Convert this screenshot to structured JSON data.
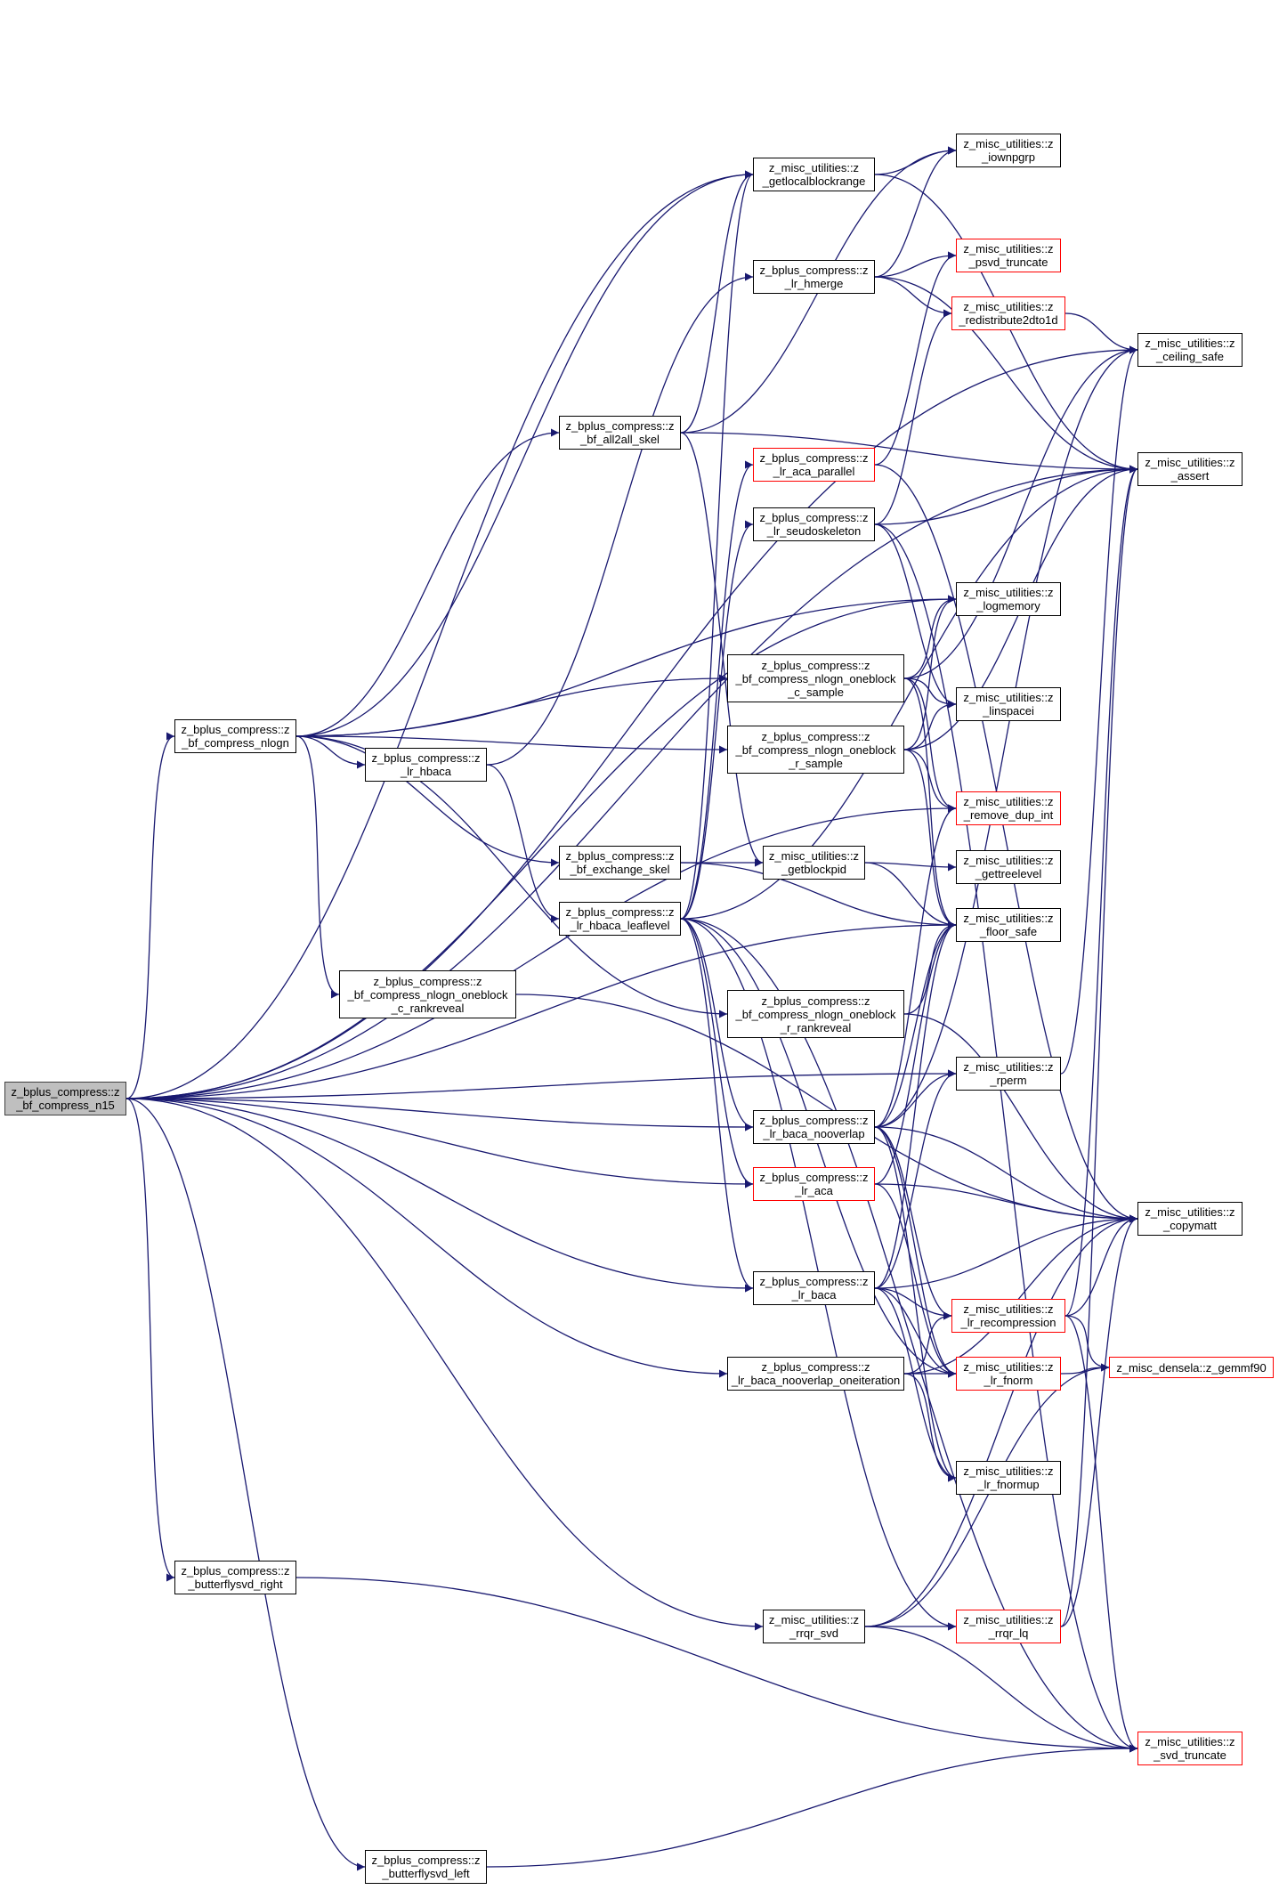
{
  "colors": {
    "edge": "#191970",
    "node_border": "#000000",
    "node_border_incomplete": "#ff0000",
    "root_fill": "#bfbfbf",
    "background": "#ffffff"
  },
  "nodes": {
    "root": {
      "label": "z_bplus_compress::z\n_bf_compress_n15",
      "border": "root"
    },
    "nlogn": {
      "label": "z_bplus_compress::z\n_bf_compress_nlogn",
      "border": "normal"
    },
    "butterflysvd_right": {
      "label": "z_bplus_compress::z\n_butterflysvd_right",
      "border": "normal"
    },
    "butterflysvd_left": {
      "label": "z_bplus_compress::z\n_butterflysvd_left",
      "border": "normal"
    },
    "all2all_skel": {
      "label": "z_bplus_compress::z\n_bf_all2all_skel",
      "border": "normal"
    },
    "lr_hbaca": {
      "label": "z_bplus_compress::z\n_lr_hbaca",
      "border": "normal"
    },
    "exchange_skel": {
      "label": "z_bplus_compress::z\n_bf_exchange_skel",
      "border": "normal"
    },
    "hbaca_leaflevel": {
      "label": "z_bplus_compress::z\n_lr_hbaca_leaflevel",
      "border": "normal"
    },
    "oneblock_c_rankreveal": {
      "label": "z_bplus_compress::z\n_bf_compress_nlogn_oneblock\n_c_rankreveal",
      "border": "normal"
    },
    "getlocalblockrange": {
      "label": "z_misc_utilities::z\n_getlocalblockrange",
      "border": "normal"
    },
    "lr_hmerge": {
      "label": "z_bplus_compress::z\n_lr_hmerge",
      "border": "normal"
    },
    "lr_aca_parallel": {
      "label": "z_bplus_compress::z\n_lr_aca_parallel",
      "border": "red"
    },
    "lr_seudoskeleton": {
      "label": "z_bplus_compress::z\n_lr_seudoskeleton",
      "border": "normal"
    },
    "oneblock_c_sample": {
      "label": "z_bplus_compress::z\n_bf_compress_nlogn_oneblock\n_c_sample",
      "border": "normal"
    },
    "oneblock_r_sample": {
      "label": "z_bplus_compress::z\n_bf_compress_nlogn_oneblock\n_r_sample",
      "border": "normal"
    },
    "getblockpid": {
      "label": "z_misc_utilities::z\n_getblockpid",
      "border": "normal"
    },
    "oneblock_r_rankreveal": {
      "label": "z_bplus_compress::z\n_bf_compress_nlogn_oneblock\n_r_rankreveal",
      "border": "normal"
    },
    "lr_baca_nooverlap": {
      "label": "z_bplus_compress::z\n_lr_baca_nooverlap",
      "border": "normal"
    },
    "lr_aca": {
      "label": "z_bplus_compress::z\n_lr_aca",
      "border": "red"
    },
    "lr_baca": {
      "label": "z_bplus_compress::z\n_lr_baca",
      "border": "normal"
    },
    "baca_nooverlap_oneiteration": {
      "label": "z_bplus_compress::z\n_lr_baca_nooverlap_oneiteration",
      "border": "normal"
    },
    "rrqr_svd": {
      "label": "z_misc_utilities::z\n_rrqr_svd",
      "border": "normal"
    },
    "iownpgrp": {
      "label": "z_misc_utilities::z\n_iownpgrp",
      "border": "normal"
    },
    "psvd_truncate": {
      "label": "z_misc_utilities::z\n_psvd_truncate",
      "border": "red"
    },
    "redistribute2dto1d": {
      "label": "z_misc_utilities::z\n_redistribute2dto1d",
      "border": "red"
    },
    "logmemory": {
      "label": "z_misc_utilities::z\n_logmemory",
      "border": "normal"
    },
    "linspacei": {
      "label": "z_misc_utilities::z\n_linspacei",
      "border": "normal"
    },
    "remove_dup_int": {
      "label": "z_misc_utilities::z\n_remove_dup_int",
      "border": "red"
    },
    "gettreelevel": {
      "label": "z_misc_utilities::z\n_gettreelevel",
      "border": "normal"
    },
    "floor_safe": {
      "label": "z_misc_utilities::z\n_floor_safe",
      "border": "normal"
    },
    "rperm": {
      "label": "z_misc_utilities::z\n_rperm",
      "border": "normal"
    },
    "lr_recompression": {
      "label": "z_misc_utilities::z\n_lr_recompression",
      "border": "red"
    },
    "lr_fnorm": {
      "label": "z_misc_utilities::z\n_lr_fnorm",
      "border": "red"
    },
    "lr_fnormup": {
      "label": "z_misc_utilities::z\n_lr_fnormup",
      "border": "normal"
    },
    "rrqr_lq": {
      "label": "z_misc_utilities::z\n_rrqr_lq",
      "border": "red"
    },
    "ceiling_safe": {
      "label": "z_misc_utilities::z\n_ceiling_safe",
      "border": "normal"
    },
    "assert": {
      "label": "z_misc_utilities::z\n_assert",
      "border": "normal"
    },
    "copymatt": {
      "label": "z_misc_utilities::z\n_copymatt",
      "border": "normal"
    },
    "gemmf90": {
      "label": "z_misc_densela::z_gemmf90",
      "border": "red"
    },
    "svd_truncate": {
      "label": "z_misc_utilities::z\n_svd_truncate",
      "border": "red"
    }
  },
  "edges": [
    [
      "root",
      "nlogn"
    ],
    [
      "root",
      "butterflysvd_right"
    ],
    [
      "root",
      "butterflysvd_left"
    ],
    [
      "root",
      "getlocalblockrange"
    ],
    [
      "root",
      "ceiling_safe"
    ],
    [
      "root",
      "assert"
    ],
    [
      "root",
      "logmemory"
    ],
    [
      "root",
      "remove_dup_int"
    ],
    [
      "root",
      "floor_safe"
    ],
    [
      "root",
      "rperm"
    ],
    [
      "root",
      "lr_baca_nooverlap"
    ],
    [
      "root",
      "lr_aca"
    ],
    [
      "root",
      "lr_baca"
    ],
    [
      "root",
      "baca_nooverlap_oneiteration"
    ],
    [
      "root",
      "rrqr_svd"
    ],
    [
      "nlogn",
      "all2all_skel"
    ],
    [
      "nlogn",
      "lr_hbaca"
    ],
    [
      "nlogn",
      "exchange_skel"
    ],
    [
      "nlogn",
      "oneblock_c_rankreveal"
    ],
    [
      "nlogn",
      "oneblock_c_sample"
    ],
    [
      "nlogn",
      "oneblock_r_sample"
    ],
    [
      "nlogn",
      "oneblock_r_rankreveal"
    ],
    [
      "nlogn",
      "logmemory"
    ],
    [
      "nlogn",
      "getlocalblockrange"
    ],
    [
      "butterflysvd_right",
      "svd_truncate"
    ],
    [
      "butterflysvd_left",
      "svd_truncate"
    ],
    [
      "all2all_skel",
      "getlocalblockrange"
    ],
    [
      "all2all_skel",
      "iownpgrp"
    ],
    [
      "all2all_skel",
      "assert"
    ],
    [
      "all2all_skel",
      "getblockpid"
    ],
    [
      "lr_hbaca",
      "lr_hmerge"
    ],
    [
      "lr_hbaca",
      "hbaca_leaflevel"
    ],
    [
      "exchange_skel",
      "getblockpid"
    ],
    [
      "exchange_skel",
      "floor_safe"
    ],
    [
      "hbaca_leaflevel",
      "getlocalblockrange"
    ],
    [
      "hbaca_leaflevel",
      "lr_aca_parallel"
    ],
    [
      "hbaca_leaflevel",
      "lr_seudoskeleton"
    ],
    [
      "hbaca_leaflevel",
      "assert"
    ],
    [
      "hbaca_leaflevel",
      "lr_baca_nooverlap"
    ],
    [
      "hbaca_leaflevel",
      "lr_aca"
    ],
    [
      "hbaca_leaflevel",
      "lr_baca"
    ],
    [
      "hbaca_leaflevel",
      "rrqr_lq"
    ],
    [
      "hbaca_leaflevel",
      "svd_truncate"
    ],
    [
      "hbaca_leaflevel",
      "lr_fnorm"
    ],
    [
      "oneblock_c_rankreveal",
      "copymatt"
    ],
    [
      "getlocalblockrange",
      "iownpgrp"
    ],
    [
      "getlocalblockrange",
      "assert"
    ],
    [
      "lr_hmerge",
      "iownpgrp"
    ],
    [
      "lr_hmerge",
      "psvd_truncate"
    ],
    [
      "lr_hmerge",
      "redistribute2dto1d"
    ],
    [
      "lr_hmerge",
      "assert"
    ],
    [
      "redistribute2dto1d",
      "ceiling_safe"
    ],
    [
      "lr_aca_parallel",
      "psvd_truncate"
    ],
    [
      "lr_aca_parallel",
      "copymatt"
    ],
    [
      "lr_seudoskeleton",
      "assert"
    ],
    [
      "lr_seudoskeleton",
      "redistribute2dto1d"
    ],
    [
      "lr_seudoskeleton",
      "linspacei"
    ],
    [
      "lr_seudoskeleton",
      "svd_truncate"
    ],
    [
      "oneblock_c_sample",
      "logmemory"
    ],
    [
      "oneblock_c_sample",
      "ceiling_safe"
    ],
    [
      "oneblock_c_sample",
      "linspacei"
    ],
    [
      "oneblock_c_sample",
      "remove_dup_int"
    ],
    [
      "oneblock_c_sample",
      "floor_safe"
    ],
    [
      "oneblock_r_sample",
      "logmemory"
    ],
    [
      "oneblock_r_sample",
      "linspacei"
    ],
    [
      "oneblock_r_sample",
      "remove_dup_int"
    ],
    [
      "oneblock_r_sample",
      "floor_safe"
    ],
    [
      "oneblock_r_sample",
      "assert"
    ],
    [
      "getblockpid",
      "gettreelevel"
    ],
    [
      "getblockpid",
      "floor_safe"
    ],
    [
      "oneblock_r_rankreveal",
      "floor_safe"
    ],
    [
      "oneblock_r_rankreveal",
      "copymatt"
    ],
    [
      "lr_baca_nooverlap",
      "rperm"
    ],
    [
      "lr_baca_nooverlap",
      "floor_safe"
    ],
    [
      "lr_baca_nooverlap",
      "copymatt"
    ],
    [
      "lr_baca_nooverlap",
      "lr_recompression"
    ],
    [
      "lr_baca_nooverlap",
      "lr_fnorm"
    ],
    [
      "lr_baca_nooverlap",
      "lr_fnormup"
    ],
    [
      "lr_baca_nooverlap",
      "remove_dup_int"
    ],
    [
      "lr_baca_nooverlap",
      "ceiling_safe"
    ],
    [
      "lr_aca",
      "floor_safe"
    ],
    [
      "lr_aca",
      "copymatt"
    ],
    [
      "lr_aca",
      "lr_fnorm"
    ],
    [
      "lr_baca",
      "rperm"
    ],
    [
      "lr_baca",
      "floor_safe"
    ],
    [
      "lr_baca",
      "copymatt"
    ],
    [
      "lr_baca",
      "lr_recompression"
    ],
    [
      "lr_baca",
      "lr_fnorm"
    ],
    [
      "lr_baca",
      "lr_fnormup"
    ],
    [
      "baca_nooverlap_oneiteration",
      "lr_fnorm"
    ],
    [
      "baca_nooverlap_oneiteration",
      "lr_fnormup"
    ],
    [
      "baca_nooverlap_oneiteration",
      "copymatt"
    ],
    [
      "baca_nooverlap_oneiteration",
      "lr_recompression"
    ],
    [
      "rrqr_svd",
      "rrqr_lq"
    ],
    [
      "rrqr_svd",
      "svd_truncate"
    ],
    [
      "rrqr_svd",
      "copymatt"
    ],
    [
      "rrqr_svd",
      "gemmf90"
    ],
    [
      "rrqr_lq",
      "assert"
    ],
    [
      "rrqr_lq",
      "copymatt"
    ],
    [
      "lr_recompression",
      "gemmf90"
    ],
    [
      "lr_recompression",
      "copymatt"
    ],
    [
      "lr_recompression",
      "svd_truncate"
    ],
    [
      "lr_recompression",
      "assert"
    ],
    [
      "lr_fnorm",
      "gemmf90"
    ],
    [
      "rperm",
      "ceiling_safe"
    ]
  ]
}
